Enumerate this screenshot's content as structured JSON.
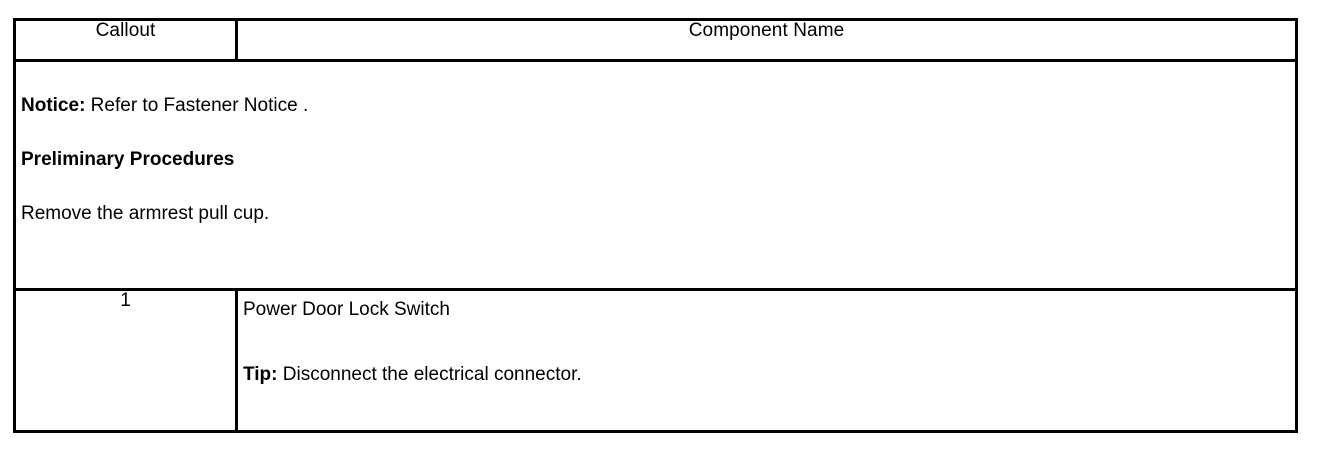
{
  "table": {
    "headers": {
      "callout": "Callout",
      "component_name": "Component Name"
    },
    "notice_row": {
      "notice_label": "Notice:",
      "notice_text": " Refer to Fastener Notice .",
      "preliminary_heading": "Preliminary Procedures",
      "preliminary_step": "Remove the armrest pull cup."
    },
    "rows": [
      {
        "callout": "1",
        "component_name": "Power Door Lock Switch",
        "tip_label": "Tip:",
        "tip_text": " Disconnect the electrical connector."
      }
    ]
  },
  "colors": {
    "border": "#000000",
    "text": "#000000",
    "background": "#ffffff"
  }
}
